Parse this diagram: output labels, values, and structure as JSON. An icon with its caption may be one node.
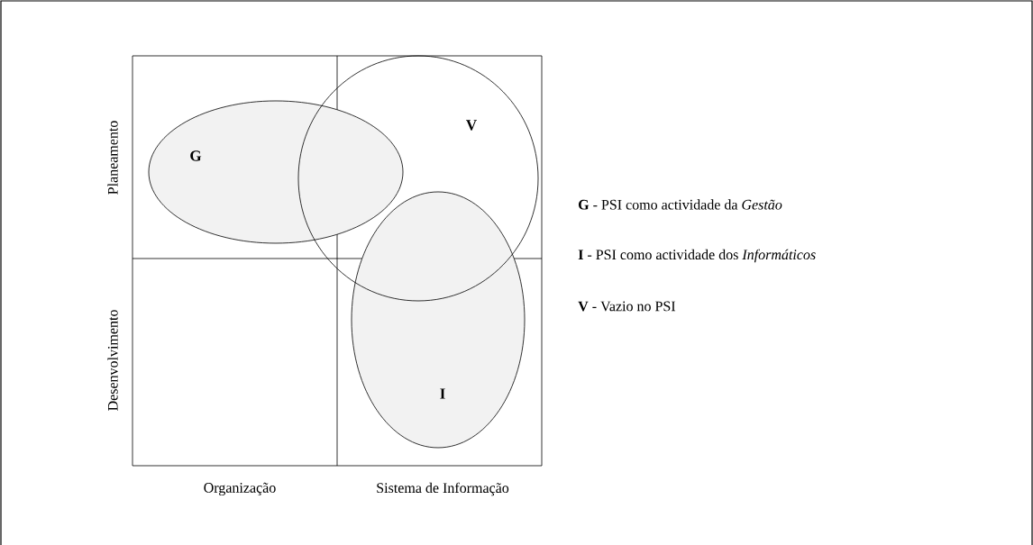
{
  "diagram": {
    "nodes": [
      {
        "text": [
          "G"
        ]
      },
      {
        "text": [
          "V"
        ]
      },
      {
        "text": [
          "I"
        ]
      }
    ],
    "edges": [],
    "labels": [
      "Planeamento",
      "Desenvolvimento",
      "Organização",
      "Sistema de Informação",
      "**G** - PSI como actividade da *Gestão*",
      "**I** - PSI como actividade dos *Informáticos*",
      "**V** - Vazio no PSI"
    ]
  }
}
